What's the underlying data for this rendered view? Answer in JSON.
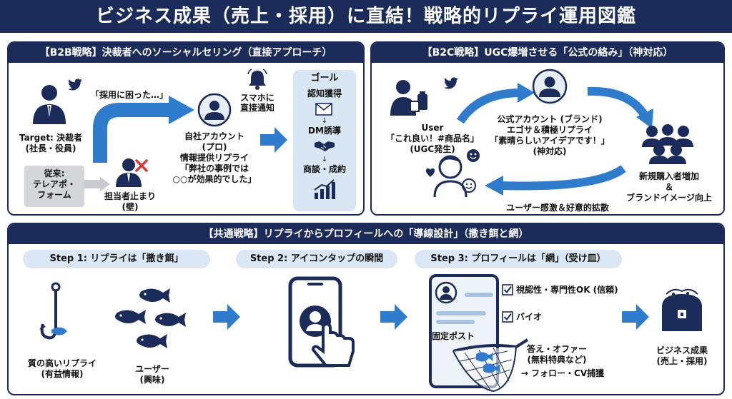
{
  "title": "ビジネス成果（売上・採用）に直結！戦略的リプライ運用図鑑",
  "b2b": {
    "heading": "【B2B戦略】決裁者へのソーシャルセリング（直接アプローチ）",
    "target_label": "Target: 決裁者",
    "target_sub": "(社長・役員)",
    "quote": "「採用に困った…」",
    "legacy_label": "従来:",
    "legacy_line2": "テレアポ・",
    "legacy_line3": "フォーム",
    "staff_label": "担当者止まり",
    "staff_sub": "(壁)",
    "notify_line1": "スマホに",
    "notify_line2": "直接通知",
    "account_line1": "自社アカウント",
    "account_line2": "(プロ)",
    "account_line3": "情報提供リプライ",
    "account_line4": "「弊社の事例では",
    "account_line5": "○○が効果的でした」",
    "goal_title": "ゴール",
    "goal_step1": "認知獲得",
    "goal_step2": "DM誘導",
    "goal_step3": "商談・成約"
  },
  "b2c": {
    "heading": "【B2C戦略】UGC爆増させる「公式の絡み」（神対応）",
    "user_line1": "User",
    "user_line2": "「これ良い！#商品名」",
    "user_line3": "(UGC発生)",
    "official_line1": "公式アカウント (ブランド)",
    "official_line2": "エゴサ＆積極リプライ",
    "official_line3": "「素晴らしいアイデアです！」",
    "official_line4": "(神対応)",
    "result_line1": "新規購入者増加",
    "result_line2": "＆",
    "result_line3": "ブランドイメージ向上",
    "feedback": "ユーザー感激＆好意的拡散"
  },
  "common": {
    "heading": "【共通戦略】リプライからプロフィールへの「導線設計」（撒き餌と網）",
    "step1": "Step 1: リプライは「撒き餌」",
    "step2": "Step 2: アイコンタップの瞬間",
    "step3": "Step 3: プロフィールは「網」（受け皿）",
    "bait_line1": "質の高いリプライ",
    "bait_line2": "(有益情報)",
    "user_line1": "ユーザー",
    "user_line2": "(興味)",
    "pinned": "固定ポスト",
    "check1": "視認性・専門性OK (信頼)",
    "check2": "バイオ",
    "answer_line1": "答え・オファー",
    "answer_line2": "(無料特典など)",
    "answer_line3": "→ フォロー・CV捕獲",
    "result_line1": "ビジネス成果",
    "result_line2": "(売上・採用)"
  },
  "colors": {
    "navy": "#1b2c5a",
    "accent": "#2f7ccc",
    "light": "#d9e6f3"
  }
}
